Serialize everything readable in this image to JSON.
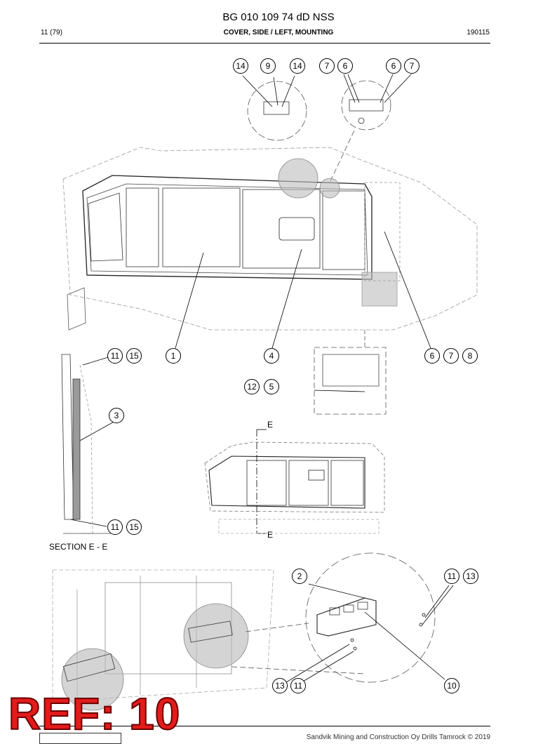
{
  "header": {
    "doc_title": "BG 010 109 74 dD NSS",
    "page": "11 (79)",
    "sheet_title": "COVER, SIDE / LEFT, MOUNTING",
    "date": "190115"
  },
  "callouts": {
    "c14a": "14",
    "c9": "9",
    "c14b": "14",
    "c7a": "7",
    "c6a": "6",
    "c6b": "6",
    "c7b": "7",
    "c11a": "11",
    "c15a": "15",
    "c1": "1",
    "c4": "4",
    "c6c": "6",
    "c7c": "7",
    "c8": "8",
    "c12": "12",
    "c5": "5",
    "c3": "3",
    "c11b": "11",
    "c15b": "15",
    "c2": "2",
    "c11c": "11",
    "c13a": "13",
    "c13b": "13",
    "c11d": "11",
    "c10": "10"
  },
  "section_marks": {
    "e_top": "E",
    "e_bottom": "E"
  },
  "section_title": "SECTION E - E",
  "footer": {
    "copyright": "Sandvik Mining and Construction Oy Drills Tamrock © 2019"
  },
  "stamp": {
    "text": "REF: 10"
  }
}
